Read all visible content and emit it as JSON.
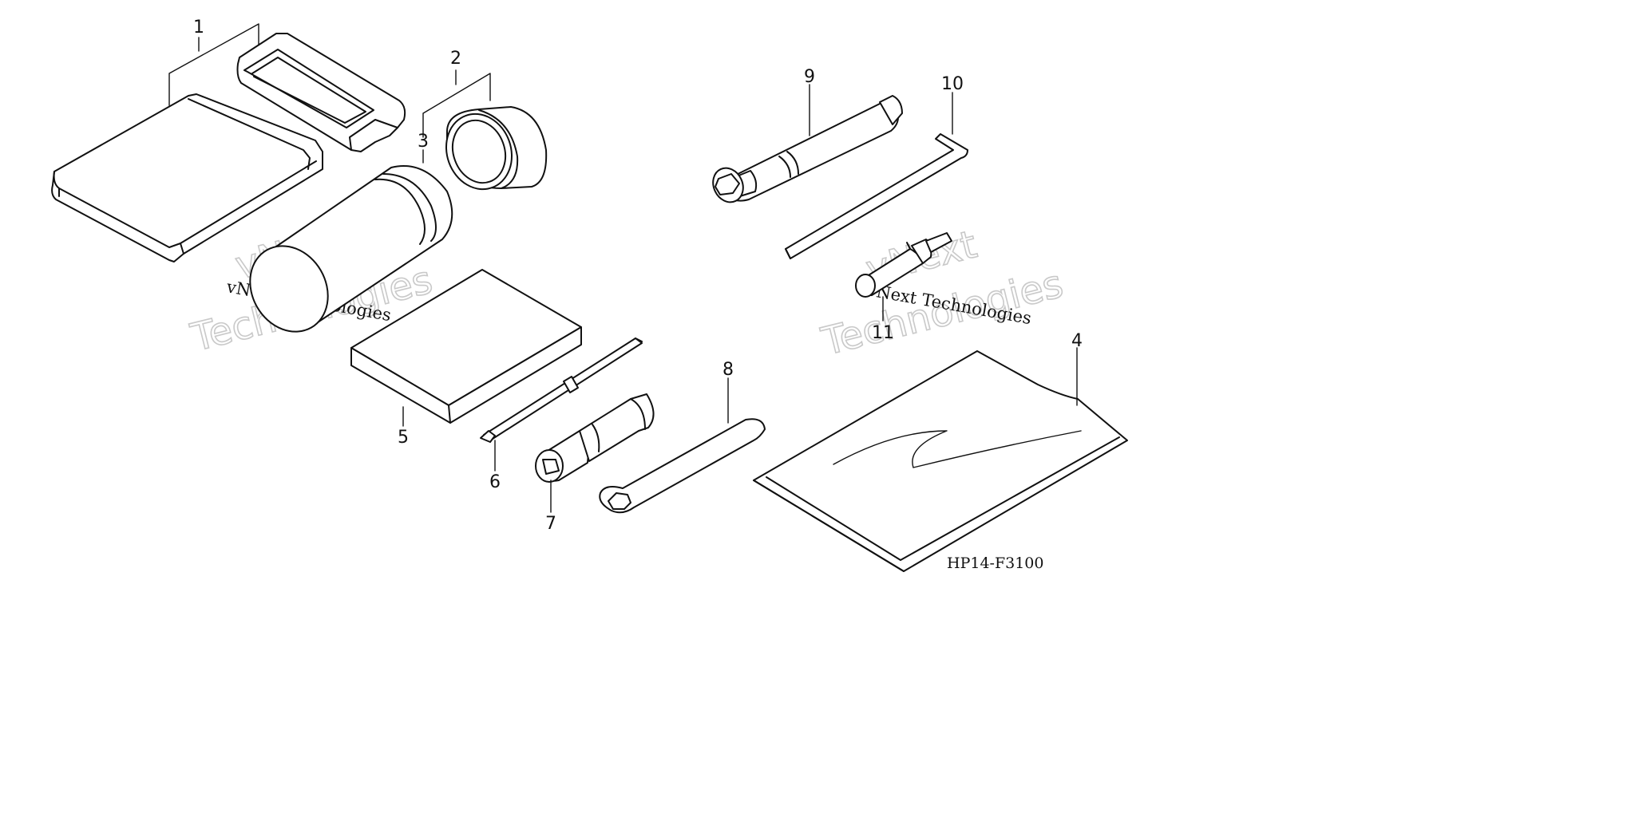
{
  "callouts": {
    "c1": "1",
    "c2": "2",
    "c3": "3",
    "c4": "4",
    "c5": "5",
    "c6": "6",
    "c7": "7",
    "c8": "8",
    "c9": "9",
    "c10": "10",
    "c11": "11"
  },
  "diagram_code": "HP14-F3100",
  "watermarks": {
    "line1": "vNext",
    "line2": "Technologies",
    "small": "vNext Technologies"
  }
}
